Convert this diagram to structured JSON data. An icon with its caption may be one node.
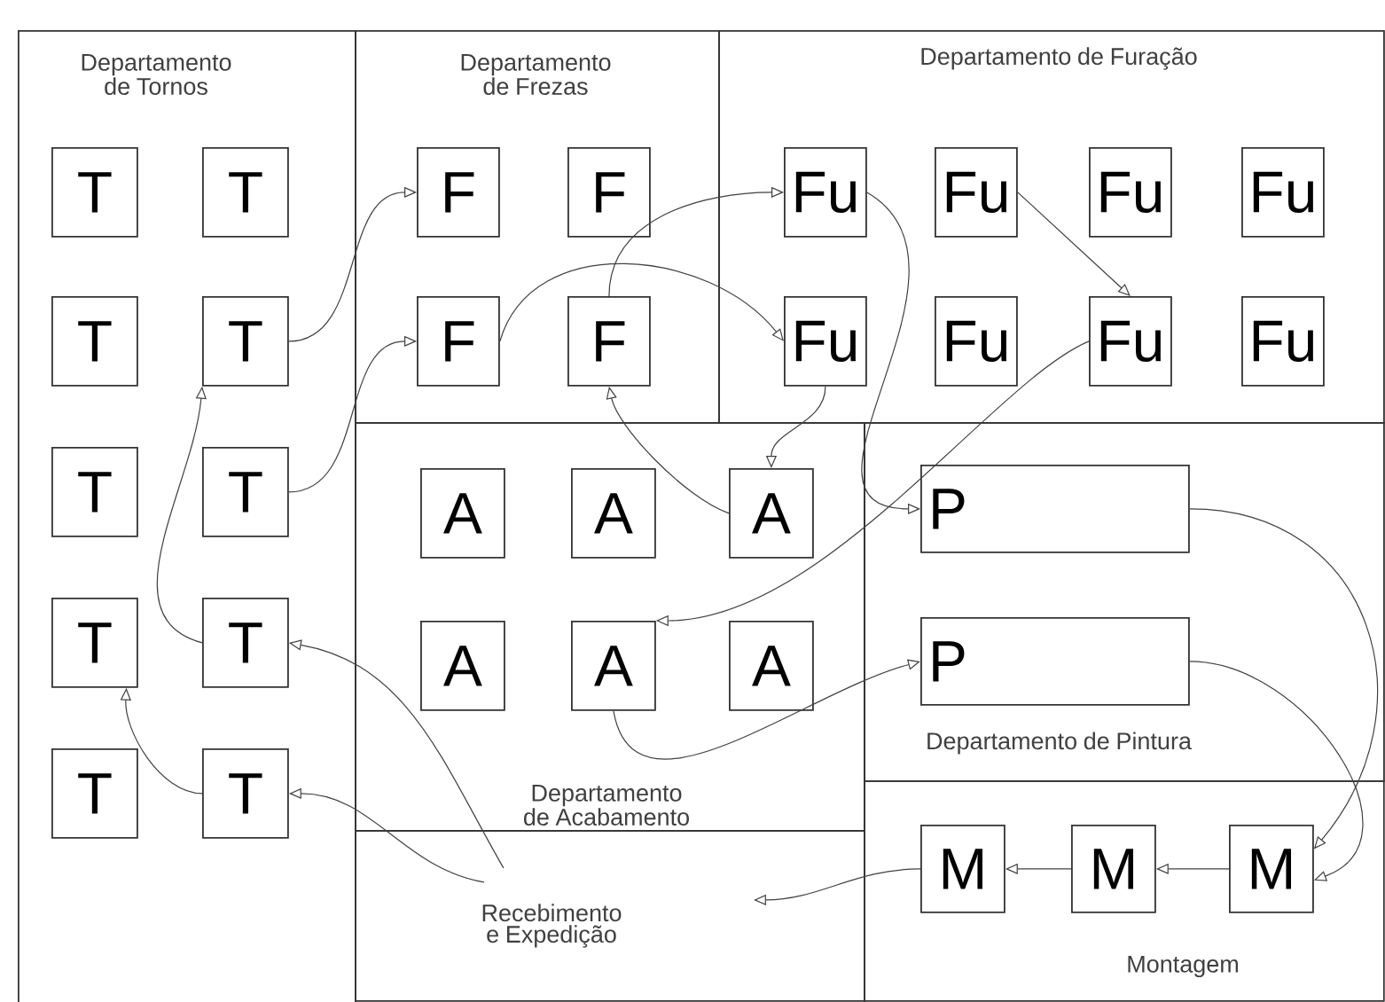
{
  "diagram": {
    "nodes": [
      {
        "text": [
          "Departamento de Tornos"
        ]
      },
      {
        "text": [
          "T"
        ],
        "in": 0
      },
      {
        "text": [
          "T"
        ],
        "in": 0
      },
      {
        "text": [
          "T"
        ],
        "in": 0
      },
      {
        "text": [
          "T"
        ],
        "in": 0
      },
      {
        "text": [
          "T"
        ],
        "in": 0
      },
      {
        "text": [
          "T"
        ],
        "in": 0
      },
      {
        "text": [
          "T"
        ],
        "in": 0
      },
      {
        "text": [
          "T"
        ],
        "in": 0
      },
      {
        "text": [
          "T"
        ],
        "in": 0
      },
      {
        "text": [
          "T"
        ],
        "in": 0
      },
      {
        "text": [
          "Departamento de Frezas"
        ]
      },
      {
        "text": [
          "F"
        ],
        "in": 11
      },
      {
        "text": [
          "F"
        ],
        "in": 11
      },
      {
        "text": [
          "F"
        ],
        "in": 11
      },
      {
        "text": [
          "F"
        ],
        "in": 11
      },
      {
        "text": [
          "Departamento de Furação"
        ]
      },
      {
        "text": [
          "Fu"
        ],
        "in": 16
      },
      {
        "text": [
          "Fu"
        ],
        "in": 16
      },
      {
        "text": [
          "Fu"
        ],
        "in": 16
      },
      {
        "text": [
          "Fu"
        ],
        "in": 16
      },
      {
        "text": [
          "Fu"
        ],
        "in": 16
      },
      {
        "text": [
          "Fu"
        ],
        "in": 16
      },
      {
        "text": [
          "Fu"
        ],
        "in": 16
      },
      {
        "text": [
          "Fu"
        ],
        "in": 16
      },
      {
        "text": [
          "Departamento de Acabamento"
        ]
      },
      {
        "text": [
          "A"
        ],
        "in": 25
      },
      {
        "text": [
          "A"
        ],
        "in": 25
      },
      {
        "text": [
          "A"
        ],
        "in": 25
      },
      {
        "text": [
          "A"
        ],
        "in": 25
      },
      {
        "text": [
          "A"
        ],
        "in": 25
      },
      {
        "text": [
          "A"
        ],
        "in": 25
      },
      {
        "text": [
          "Departamento de Pintura"
        ]
      },
      {
        "text": [
          "P"
        ],
        "in": 32
      },
      {
        "text": [
          "P"
        ],
        "in": 32
      },
      {
        "text": [
          "Recebimento e Expedição"
        ]
      },
      {
        "text": [
          "Montagem"
        ]
      },
      {
        "text": [
          "M"
        ],
        "in": 36
      },
      {
        "text": [
          "M"
        ],
        "in": 36
      },
      {
        "text": [
          "M"
        ],
        "in": 36
      }
    ],
    "edges": [
      {
        "from": 4,
        "to": 12,
        "arrow": "to"
      },
      {
        "from": 6,
        "to": 14,
        "arrow": "to"
      },
      {
        "from": 14,
        "to": 21,
        "arrow": "to"
      },
      {
        "from": 15,
        "to": 17,
        "arrow": "to"
      },
      {
        "from": 17,
        "to": 33,
        "arrow": "to"
      },
      {
        "from": 18,
        "to": 23,
        "arrow": "to"
      },
      {
        "from": 21,
        "to": 28,
        "arrow": "to"
      },
      {
        "from": 23,
        "to": 30,
        "arrow": "to"
      },
      {
        "from": 28,
        "to": 15,
        "arrow": "to"
      },
      {
        "from": 30,
        "to": 34,
        "arrow": "to"
      },
      {
        "from": 33,
        "to": 39,
        "arrow": "to"
      },
      {
        "from": 34,
        "to": 39,
        "arrow": "to"
      },
      {
        "from": 39,
        "to": 38,
        "arrow": "to"
      },
      {
        "from": 38,
        "to": 37,
        "arrow": "to"
      },
      {
        "from": 37,
        "to": 35,
        "arrow": "to"
      },
      {
        "from": 35,
        "to": 10,
        "arrow": "to"
      },
      {
        "from": 35,
        "to": 8,
        "arrow": "to"
      },
      {
        "from": 8,
        "to": 4,
        "arrow": "to"
      },
      {
        "from": 10,
        "to": 7,
        "arrow": "to"
      }
    ]
  }
}
